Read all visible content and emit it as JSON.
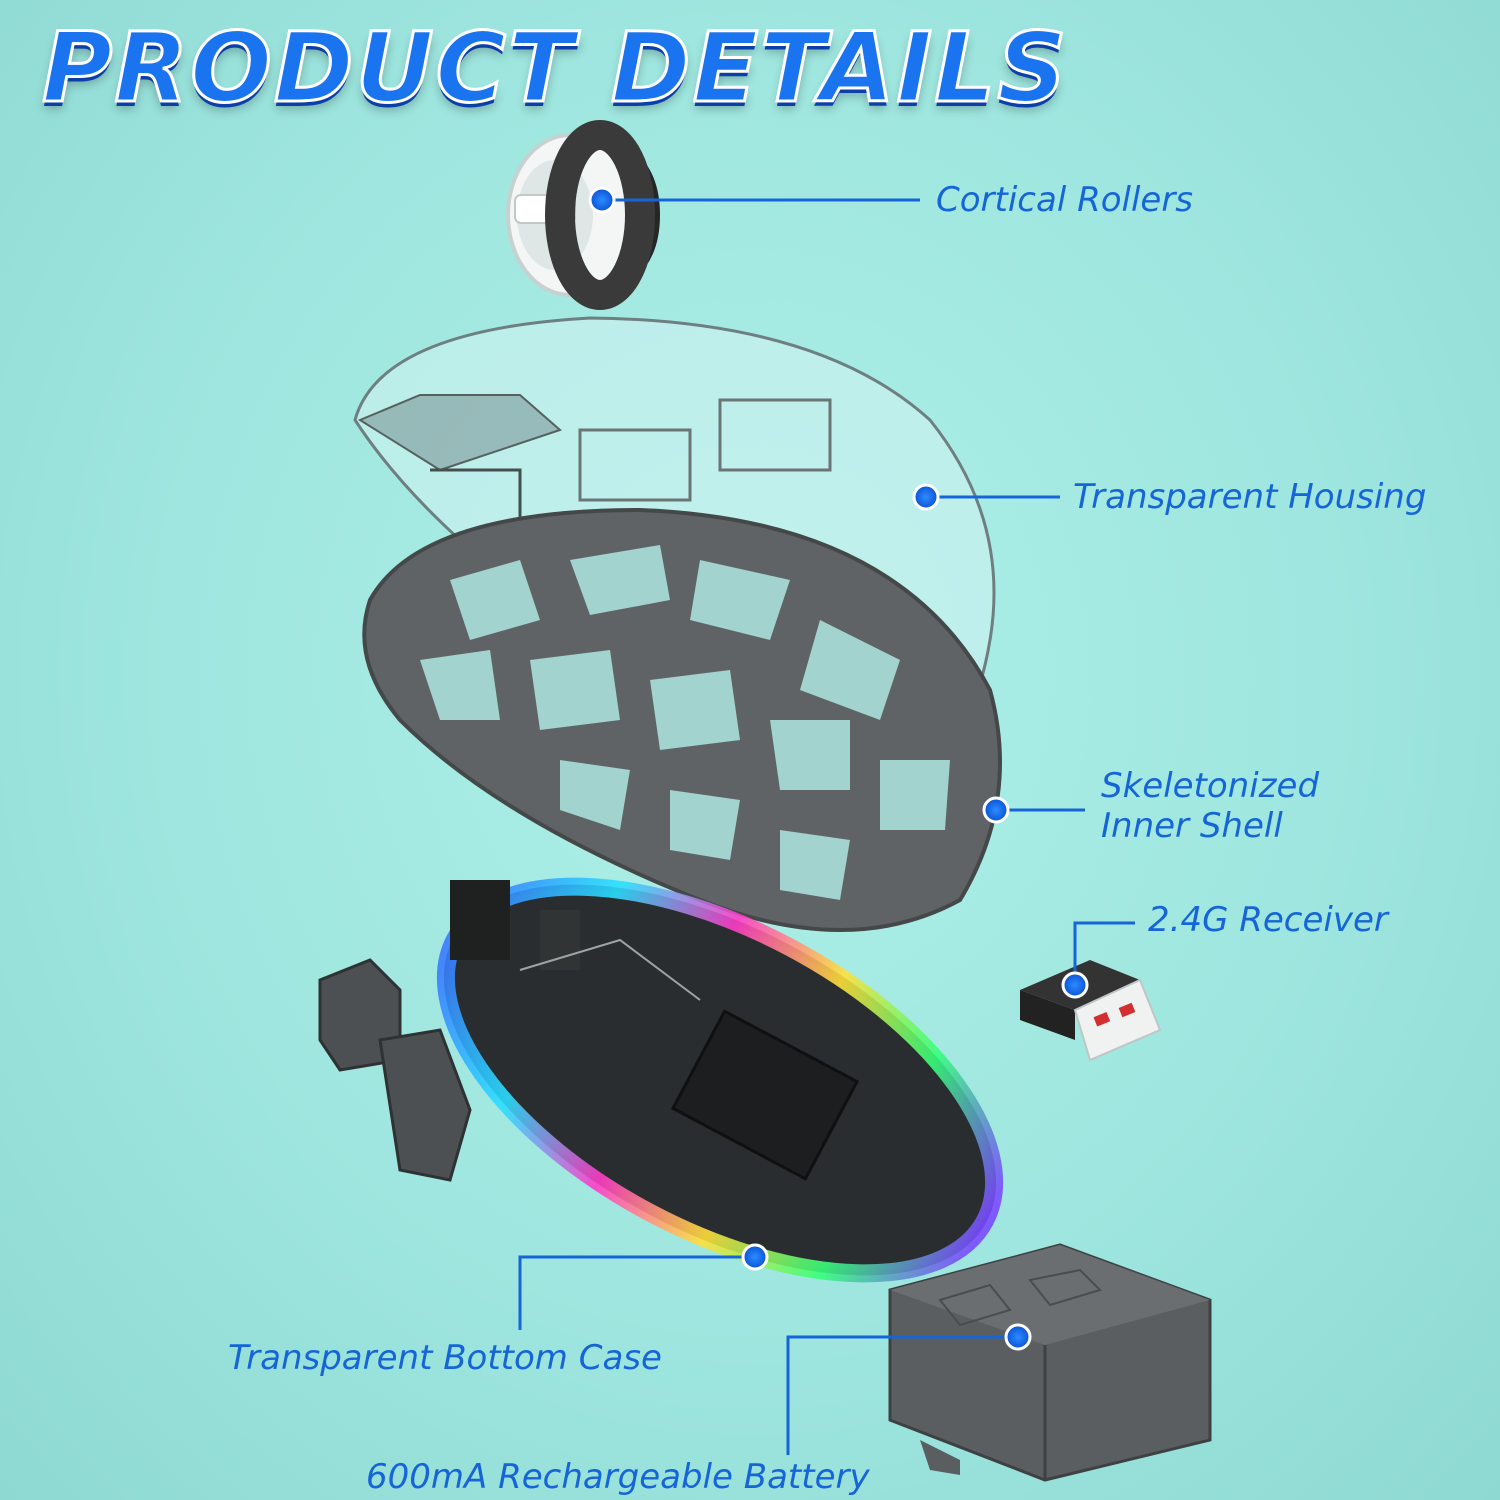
{
  "title": "PRODUCT DETAILS",
  "labels": {
    "cortical_rollers": "Cortical Rollers",
    "transparent_housing": "Transparent Housing",
    "skeleton_line1": "Skeletonized",
    "skeleton_line2": "Inner Shell",
    "receiver": "2.4G Receiver",
    "bottom_case": "Transparent Bottom Case",
    "battery": "600mA Rechargeable Battery"
  },
  "colors": {
    "accent": "#1a74f0",
    "label": "#1565d8",
    "background": "#9ee6df",
    "shell": "#5f6366"
  }
}
